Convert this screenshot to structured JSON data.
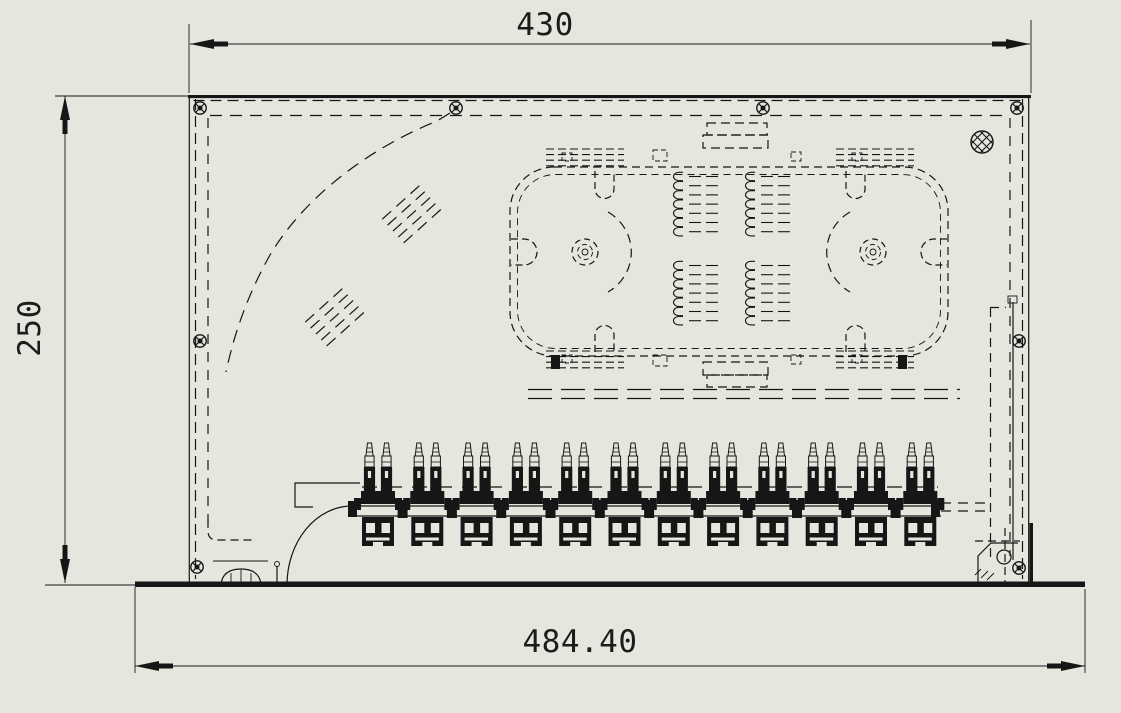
{
  "meta": {
    "type": "engineering-drawing",
    "view": "front view, CAD hidden-line drawing",
    "subject": "19-inch rack-mount fiber optic patch panel (ODF) with internal splice tray and duplex adapter row",
    "units": "mm"
  },
  "dimensions": {
    "top_width": {
      "label": "430"
    },
    "left_height": {
      "label": "250"
    },
    "base_width": {
      "label": "484.40"
    }
  },
  "components": {
    "enclosure": "panel enclosure with dashed inner lining",
    "splice_tray": "oval fiber splice tray with two routing posts and splice-holder combs",
    "adapter_row": {
      "count": 12,
      "type": "duplex fiber adapters with connectors and boots"
    },
    "mounting_bar": "horizontal dashed mounting rail under tray",
    "screws": {
      "count": 8
    },
    "thumbscrew": {
      "count": 1
    },
    "splice_protector_bundles": {
      "count": 2
    },
    "bottom_left_hinge": "hinge / latch hardware",
    "bottom_right_latch": "latch bracket with hole and screw"
  },
  "colors": {
    "background": "#e6e6de",
    "line": "#161616"
  }
}
